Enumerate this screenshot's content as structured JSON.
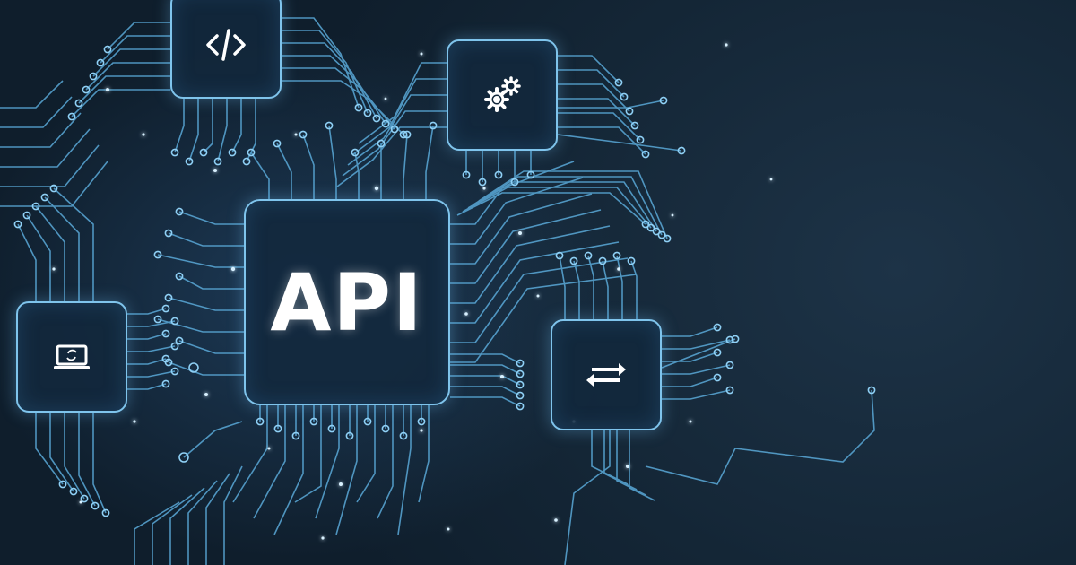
{
  "hero": {
    "label": "API"
  },
  "chips": [
    {
      "name": "code-chip",
      "icon": "code-brackets-icon"
    },
    {
      "name": "settings-chip",
      "icon": "gears-icon"
    },
    {
      "name": "laptop-chip",
      "icon": "laptop-sync-icon"
    },
    {
      "name": "exchange-chip",
      "icon": "swap-arrows-icon"
    }
  ],
  "colors": {
    "background": "#13273a",
    "circuit_line": "#5aa9d8",
    "chip_border": "#7fc4ec",
    "label": "#ffffff"
  }
}
